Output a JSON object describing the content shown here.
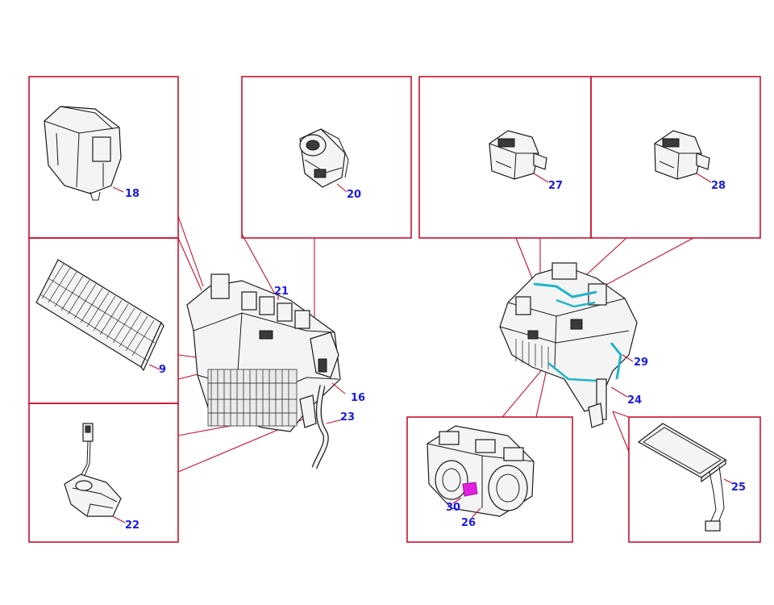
{
  "callouts": {
    "c18": "18",
    "c20": "20",
    "c21": "21",
    "c9": "9",
    "c16": "16",
    "c23": "23",
    "c22": "22",
    "c27": "27",
    "c28": "28",
    "c29": "29",
    "c24": "24",
    "c30": "30",
    "c26": "26",
    "c25": "25"
  },
  "colors": {
    "frame": "#c8102e",
    "callout_text": "#1a1ae6",
    "highlight_pipe": "#20b5c8",
    "highlight_clip": "#e020e0"
  }
}
